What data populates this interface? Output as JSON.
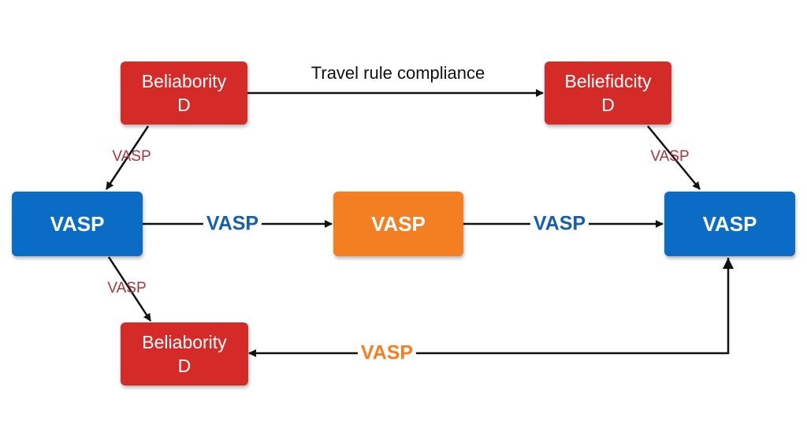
{
  "nodes": {
    "top_left": {
      "label": "Beliaborit​y\nD"
    },
    "top_right": {
      "label": "Beliefidcity\nD"
    },
    "bottom_left": {
      "label": "Beliaborit​y\nD"
    },
    "mid_left": {
      "label": "VASP"
    },
    "mid_center": {
      "label": "VASP"
    },
    "mid_right": {
      "label": "VASP"
    }
  },
  "edge_labels": {
    "top": "Travel rule compliance",
    "left_to_center": "VASP",
    "center_to_right": "VASP",
    "bottom": "VASP",
    "top_left_to_mid_left": "VASP",
    "top_right_to_mid_right": "VASP",
    "mid_left_to_bottom_left": "VASP"
  },
  "colors": {
    "red_box": "#d52b28",
    "blue_box": "#0a6cc4",
    "orange_box": "#f37f22",
    "blue_label": "#1560a8",
    "orange_label": "#f37f22",
    "small_label": "#a8353c",
    "arrow": "#111111"
  }
}
